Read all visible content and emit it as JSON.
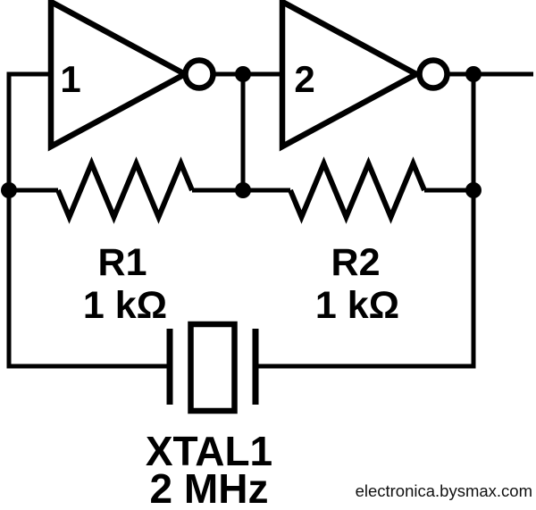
{
  "inverters": [
    {
      "label": "1"
    },
    {
      "label": "2"
    }
  ],
  "resistors": [
    {
      "ref": "R1",
      "value": "1 kΩ"
    },
    {
      "ref": "R2",
      "value": "1 kΩ"
    }
  ],
  "crystal": {
    "ref": "XTAL1",
    "value": "2 MHz"
  },
  "watermark": "electronica.bysmax.com",
  "colors": {
    "line": "#000000",
    "background": "#ffffff",
    "watermark": "#111111"
  }
}
